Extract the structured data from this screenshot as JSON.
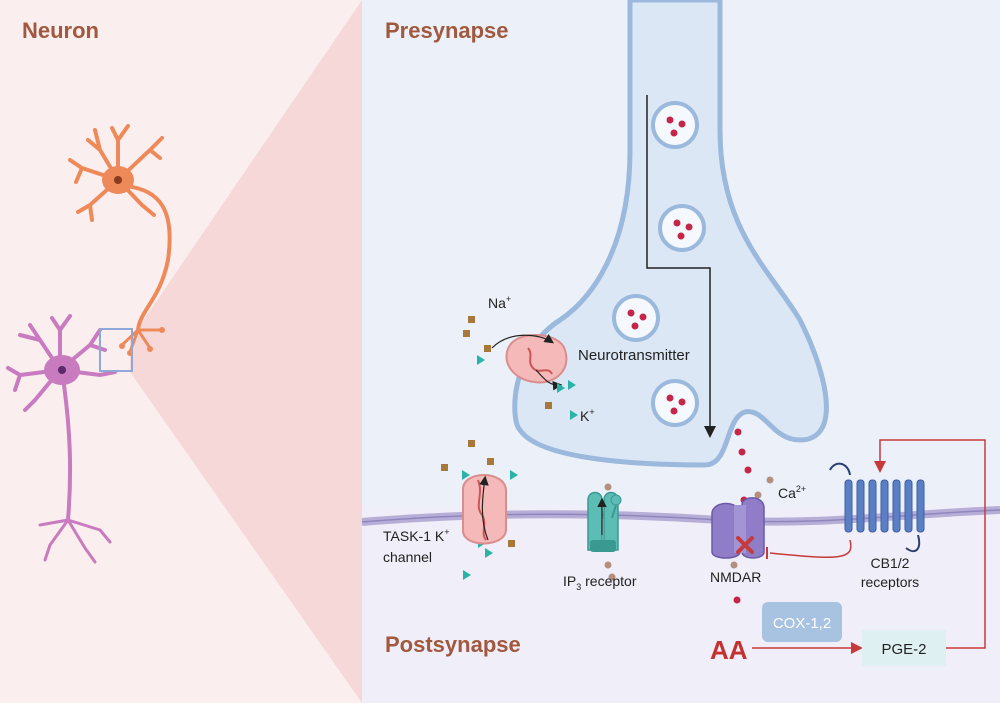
{
  "headings": {
    "neuron": "Neuron",
    "presynapse": "Presynapse",
    "postsynapse": "Postsynapse"
  },
  "labels": {
    "na": "Na",
    "na_sup": "+",
    "k": "K",
    "k_sup": "+",
    "neurotransmitter": "Neurotransmitter",
    "ca": "Ca",
    "ca_sup": "2+",
    "task1_line1": "TASK-1 K",
    "task1_sup": "+",
    "task1_line2": "channel",
    "ip3_prefix": "IP",
    "ip3_sub": "3",
    "ip3_suffix": " receptor",
    "nmdar": "NMDAR",
    "cb_line1": "CB1/2",
    "cb_line2": "receptors",
    "cox": "COX-1,2",
    "pge": "PGE-2",
    "aa": "AA"
  },
  "colors": {
    "heading": "#a0583f",
    "orange_neuron": "#ee8a5a",
    "purple_neuron": "#c87bbf",
    "membrane": "#b6aed6",
    "vesicle_dot": "#c4264a",
    "na_square": "#a6783a",
    "k_triangle": "#2bb3a8",
    "ca_dot": "#b58f7c",
    "arrow_red": "#c73a3a",
    "cox_box": "#a8c2e2",
    "pge_box": "#dff0f2",
    "aa_text": "#c4322f"
  }
}
